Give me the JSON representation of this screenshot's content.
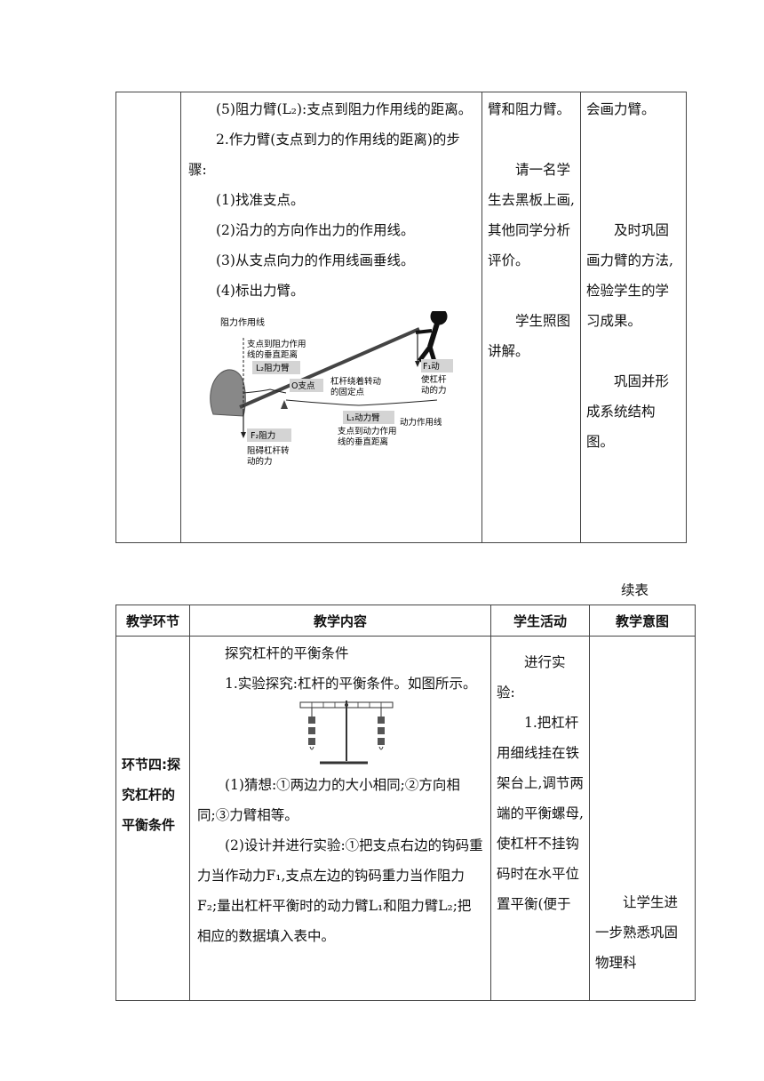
{
  "table1": {
    "content": [
      "(5)阻力臂(L₂):支点到阻力作用线的距离。",
      "2.作力臂(支点到力的作用线的距离)的步骤:",
      "(1)找准支点。",
      "(2)沿力的方向作出力的作用线。",
      "(3)从支点向力的作用线画垂线。",
      "(4)标出力臂。"
    ],
    "activity": [
      "臂和阻力臂。",
      "请一名学生去黑板上画,其他同学分析评价。",
      "学生照图讲解。"
    ],
    "intent": [
      "会画力臂。",
      "及时巩固画力臂的方法,检验学生的学习成果。",
      "巩固并形成系统结构图。"
    ],
    "figure": {
      "resistance_line": "阻力作用线",
      "l2_desc_1": "支点到阻力作用",
      "l2_desc_2": "线的垂直距离",
      "l2_label": "L₂阻力臂",
      "o_label": "O支点",
      "pivot_desc_1": "杠杆绕着转动",
      "pivot_desc_2": "的固定点",
      "l1_label": "L₁动力臂",
      "l1_desc_1": "支点到动力作用",
      "l1_desc_2": "线的垂直距离",
      "f2_label": "F₂阻力",
      "f2_desc_1": "阻碍杠杆转",
      "f2_desc_2": "动的力",
      "f1_label": "F₁动",
      "f1_desc_1": "使杠杆",
      "f1_desc_2": "动的力",
      "effort_line": "动力作用线"
    }
  },
  "continued": "续表",
  "table2": {
    "headers": [
      "教学环节",
      "教学内容",
      "学生活动",
      "教学意图"
    ],
    "stage": "环节四:探究杠杆的平衡条件",
    "title": "探究杠杆的平衡条件",
    "p1": "1.实验探究:杠杆的平衡条件。如图所示。",
    "p2": "(1)猜想:①两边力的大小相同;②方向相同;③力臂相等。",
    "p3": "(2)设计并进行实验:①把支点右边的钩码重力当作动力F₁,支点左边的钩码重力当作阻力F₂;量出杠杆平衡时的动力臂L₁和阻力臂L₂;把相应的数据填入表中。",
    "activity": [
      "进行实验:",
      "1.把杠杆用细线挂在铁架台上,调节两端的平衡螺母,使杠杆不挂钩码时在水平位置平衡(便于"
    ],
    "intent": "让学生进一步熟悉巩固物理科"
  }
}
